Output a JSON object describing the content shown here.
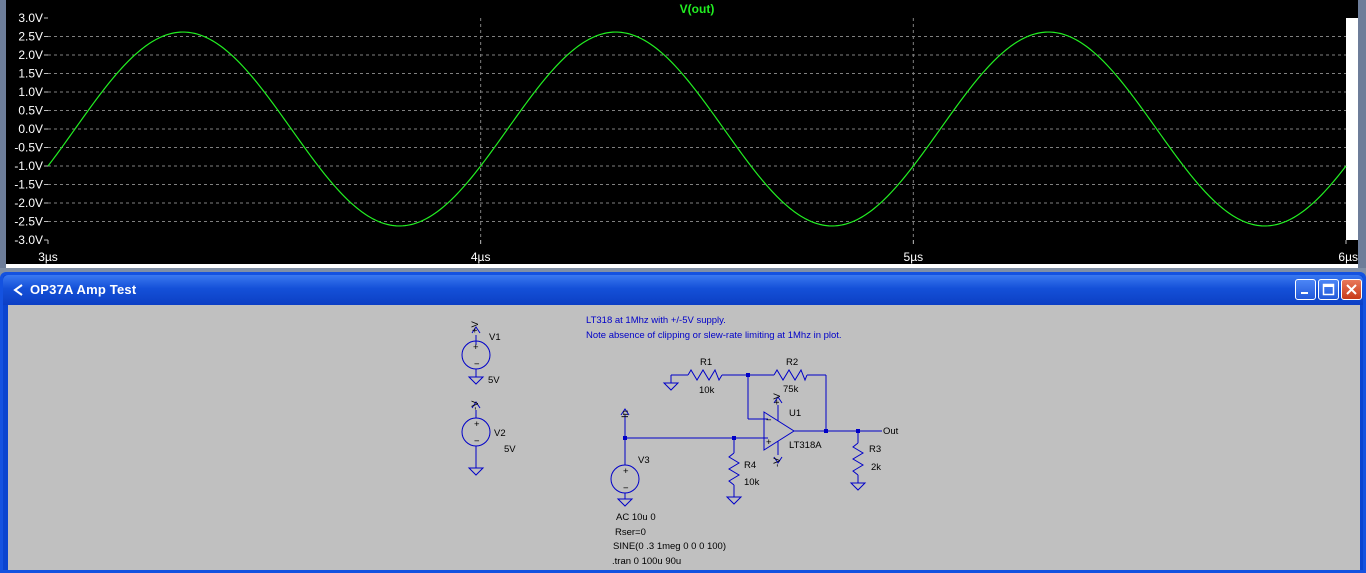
{
  "plot": {
    "trace_name": "V(out)",
    "trace_color": "#22ee22",
    "background": "#000000",
    "chart_data": {
      "type": "line",
      "title": "V(out)",
      "xlabel": "",
      "ylabel": "",
      "xlim": [
        3,
        6
      ],
      "ylim": [
        -3.0,
        3.0
      ],
      "x_ticks": [
        "3µs",
        "4µs",
        "5µs",
        "6µs"
      ],
      "y_ticks": [
        "3.0V",
        "2.5V",
        "2.0V",
        "1.5V",
        "1.0V",
        "0.5V",
        "0.0V",
        "-0.5V",
        "-1.0V",
        "-1.5V",
        "-2.0V",
        "-2.5V",
        "-3.0V"
      ],
      "grid": true,
      "series": [
        {
          "name": "V(out)",
          "amplitude": 2.62,
          "frequency_mhz": 1,
          "phase_offset_us": -0.2,
          "x": [
            3.0,
            3.1,
            3.2,
            3.3,
            3.4,
            3.5,
            3.6,
            3.7,
            3.8,
            3.9,
            4.0,
            4.1,
            4.2,
            4.3,
            4.4,
            4.5,
            4.6,
            4.7,
            4.8,
            4.9,
            5.0,
            5.1,
            5.2,
            5.3,
            5.4,
            5.5,
            5.6,
            5.7,
            5.8,
            5.9,
            6.0
          ],
          "y": [
            -1.0,
            0.5,
            1.8,
            2.6,
            2.4,
            1.0,
            -0.6,
            -1.9,
            -2.6,
            -2.2,
            -1.0,
            0.5,
            1.8,
            2.6,
            2.4,
            1.0,
            -0.6,
            -1.9,
            -2.6,
            -2.2,
            -1.0,
            0.5,
            1.8,
            2.6,
            2.4,
            1.0,
            -0.6,
            -1.9,
            -2.6,
            -2.2,
            -1.0
          ]
        }
      ]
    }
  },
  "schematic": {
    "window_title": "OP37A Amp Test",
    "notes": {
      "line1": "LT318 at 1Mhz with +/-5V supply.",
      "line2": "Note absence of clipping or slew-rate limiting at 1Mhz in plot."
    },
    "V1": {
      "name": "V1",
      "value": "5V",
      "node": "+V"
    },
    "V2": {
      "name": "V2",
      "value": "5V",
      "node": "-V"
    },
    "R1": {
      "name": "R1",
      "value": "10k"
    },
    "R2": {
      "name": "R2",
      "value": "75k"
    },
    "R3": {
      "name": "R3",
      "value": "2k"
    },
    "R4": {
      "name": "R4",
      "value": "10k"
    },
    "U1": {
      "name": "U1",
      "part": "LT318A",
      "pos_supply": "+V",
      "neg_supply": "-V"
    },
    "V3": {
      "name": "V3",
      "line1": "AC 10u 0",
      "line2": "Rser=0",
      "line3": "SINE(0 .3 1meg 0 0 0 100)"
    },
    "labels": {
      "in": "In",
      "out": "Out"
    },
    "directive": ".tran 0 100u 90u"
  }
}
